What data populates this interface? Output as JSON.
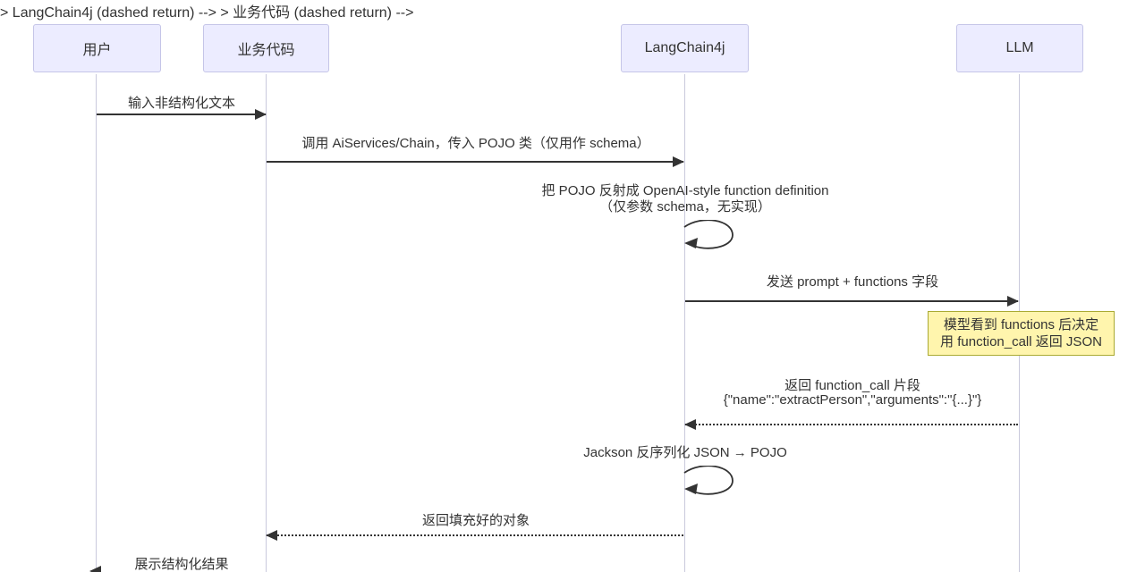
{
  "participants": [
    {
      "label": "用户"
    },
    {
      "label": "业务代码"
    },
    {
      "label": "LangChain4j"
    },
    {
      "label": "LLM"
    }
  ],
  "messages": {
    "m1": {
      "text": "输入非结构化文本",
      "type": "solid"
    },
    "m2": {
      "text": "调用 AiServices/Chain，传入 POJO 类（仅用作 schema）",
      "type": "solid"
    },
    "m3": {
      "line1": "把 POJO 反射成 OpenAI-style function definition",
      "line2": "（仅参数 schema，无实现）",
      "type": "self"
    },
    "m4": {
      "text": "发送 prompt + functions 字段",
      "type": "solid"
    },
    "m5": {
      "line1": "返回 function_call 片段",
      "line2": "{\"name\":\"extractPerson\",\"arguments\":\"{...}\"}",
      "type": "dashed"
    },
    "m6": {
      "text": "Jackson 反序列化 JSON → POJO",
      "type": "self"
    },
    "m7": {
      "text": "返回填充好的对象",
      "type": "dashed"
    },
    "m8": {
      "text": "展示结构化结果",
      "type": "solid"
    }
  },
  "note": {
    "line1": "模型看到 functions 后决定",
    "line2": "用 function_call 返回 JSON"
  },
  "colors": {
    "actor_fill": "#ECECFF",
    "actor_border": "#C5C5E8",
    "lifeline": "#C9C9DC",
    "line": "#333333",
    "note_fill": "#FFF5AD",
    "note_border": "#AAAA33",
    "background": "#FFFFFF"
  }
}
